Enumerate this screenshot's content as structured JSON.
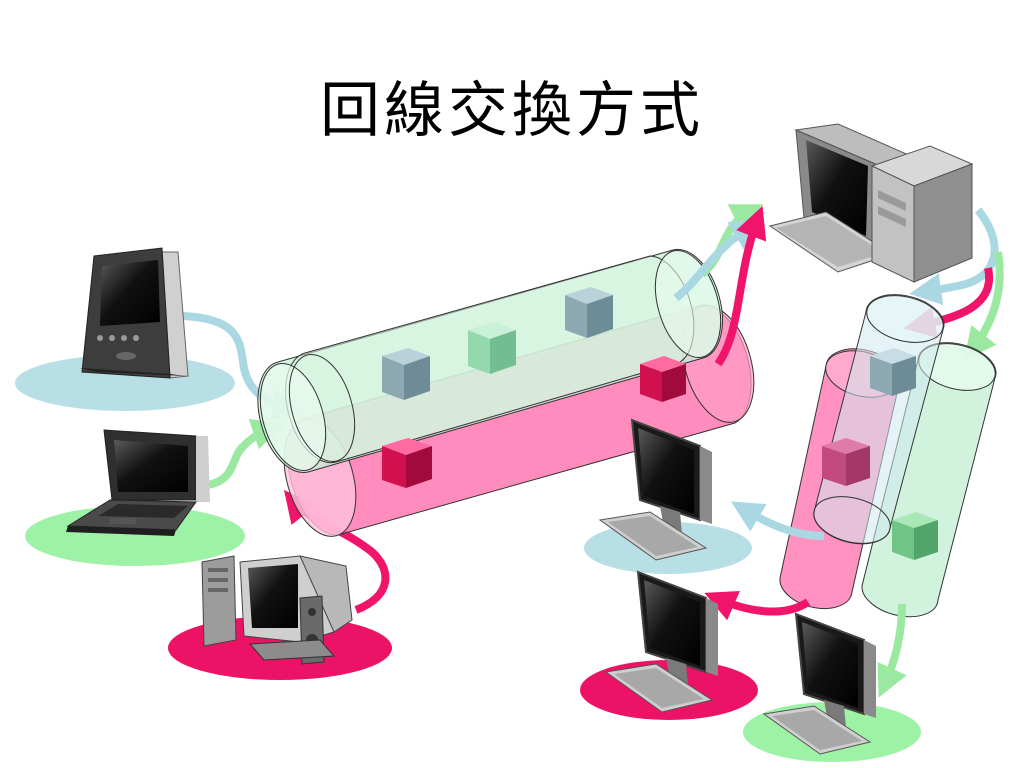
{
  "slide": {
    "title": "回線交換方式"
  },
  "colors": {
    "cyan_circuit": "#a9d8e2",
    "green_circuit": "#9be8a0",
    "pink_circuit": "#f0146a",
    "cyan_pad": "#b9dfe6",
    "green_pad": "#9ef2a6",
    "pink_pad": "#ec1366",
    "pipe_green": "#c6f0d6",
    "pipe_pink": "#ff7fb6",
    "cube_gray": "#8eb2bf",
    "cube_green": "#8fd7a9",
    "cube_crimson": "#d0104f"
  },
  "devices": [
    {
      "name": "pda",
      "icon": "pda-icon",
      "circuit": "cyan"
    },
    {
      "name": "laptop",
      "icon": "laptop-icon",
      "circuit": "green"
    },
    {
      "name": "desktop-crt",
      "icon": "desktop-crt-icon",
      "circuit": "pink"
    },
    {
      "name": "server",
      "icon": "tower-pc-icon"
    },
    {
      "name": "lcd-top",
      "icon": "lcd-monitor-icon",
      "circuit": "cyan"
    },
    {
      "name": "lcd-bottom-left",
      "icon": "lcd-monitor-icon",
      "circuit": "pink"
    },
    {
      "name": "lcd-bottom-right",
      "icon": "lcd-monitor-icon",
      "circuit": "green"
    }
  ]
}
